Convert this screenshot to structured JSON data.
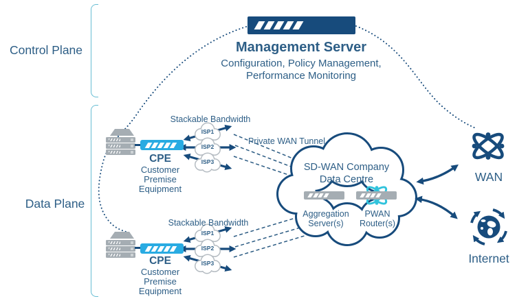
{
  "planes": {
    "control_label": "Control Plane",
    "data_label": "Data Plane"
  },
  "management_server": {
    "title": "Management Server",
    "subtitle": [
      "Configuration, Policy Management,",
      "Performance Monitoring"
    ]
  },
  "tunnel_label": "Private WAN Tunnel",
  "cpe_top": {
    "bandwidth_label": "Stackable Bandwidth",
    "isps": [
      "ISP1",
      "ISP2",
      "ISP3"
    ],
    "label": "CPE",
    "description": [
      "Customer",
      "Premise",
      "Equipment"
    ]
  },
  "cpe_bottom": {
    "bandwidth_label": "Stackable Bandwidth",
    "isps": [
      "ISP1",
      "ISP2",
      "ISP3"
    ],
    "label": "CPE",
    "description": [
      "Customer",
      "Premise",
      "Equipment"
    ]
  },
  "data_centre": {
    "title": [
      "SD-WAN Company",
      "Data Centre"
    ],
    "aggregation": [
      "Aggregation",
      "Server(s)"
    ],
    "pwan": [
      "PWAN",
      "Router(s)"
    ]
  },
  "wan_label": "WAN",
  "internet_label": "Internet",
  "icons": {
    "management_server": "server-bar-icon",
    "cpe": "server-rack-icon",
    "cpe_appliance": "appliance-bar-icon",
    "isp": "cloud-icon",
    "data_centre": "cloud-outline-icon",
    "aggregation_server": "server-bar-icon",
    "pwan_router": "router-orbit-icon",
    "wan": "orbit-network-icon",
    "internet": "globe-arrows-icon"
  },
  "colors": {
    "navy": "#174b7c",
    "text_blue": "#2d5e86",
    "cyan": "#29abe2",
    "cyan_orbit": "#31c3dc",
    "gray": "#a5adb3",
    "isp_cloud_outline": "#b5bcc2",
    "bracket_teal": "#67bdd3"
  }
}
